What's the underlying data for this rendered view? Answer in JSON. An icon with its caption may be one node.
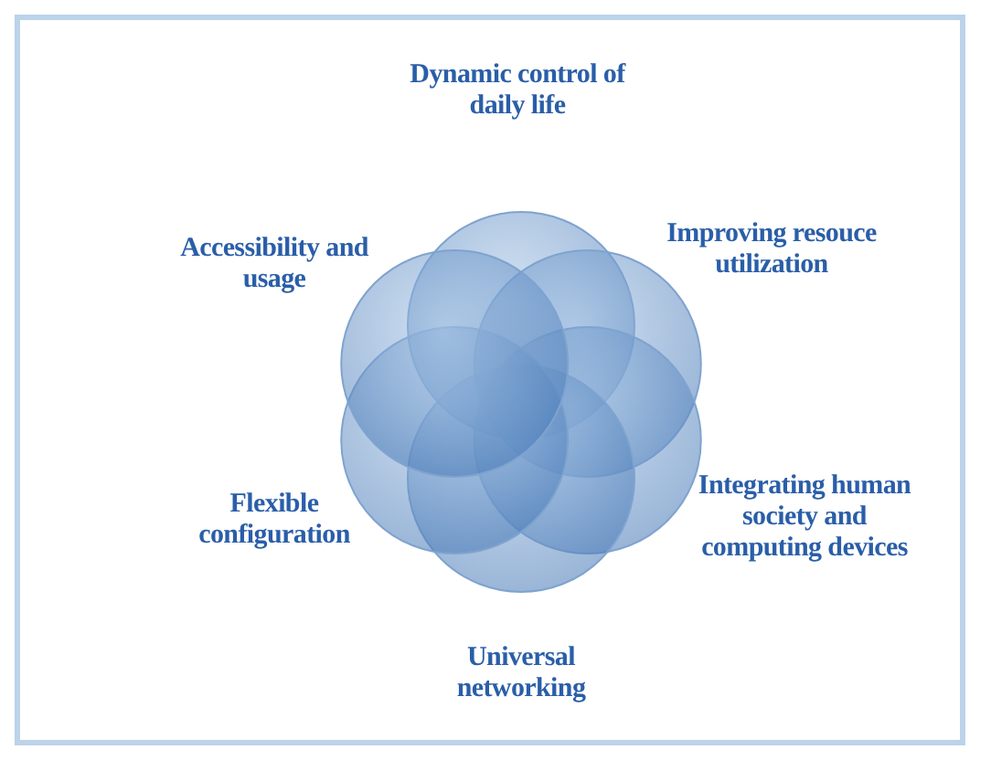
{
  "diagram": {
    "labels": [
      "Dynamic control of daily life",
      "Accessibility and usage",
      "Improving resouce utilization",
      "Flexible configuration",
      "Integrating human society and computing devices",
      "Universal networking"
    ]
  }
}
